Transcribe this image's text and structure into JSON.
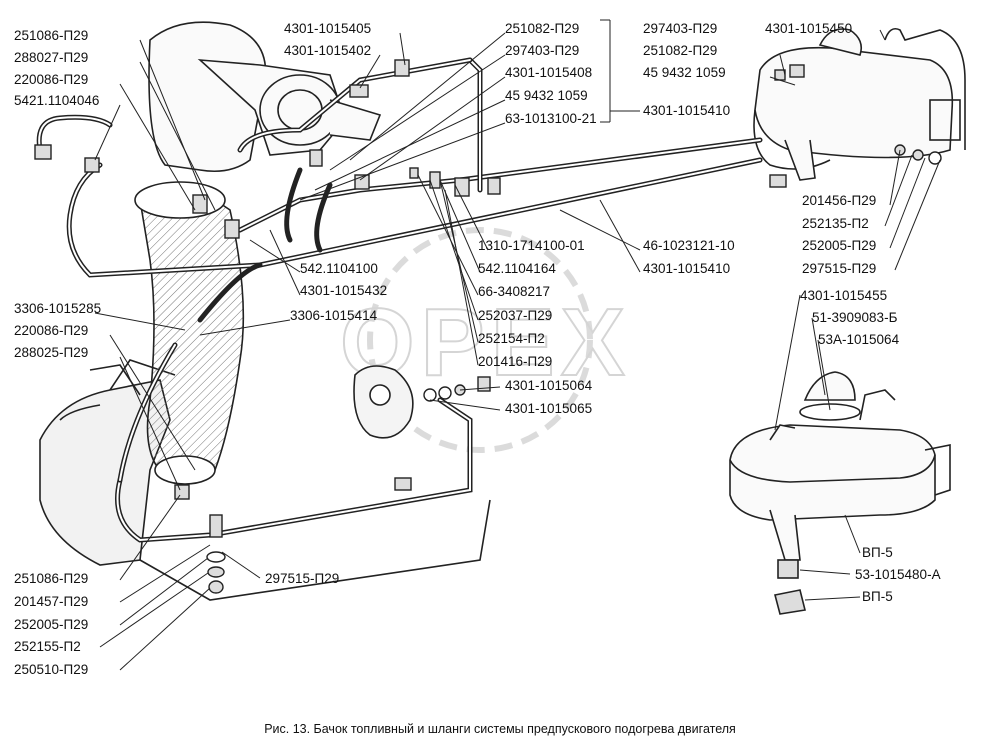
{
  "caption": "Рис. 13. Бачок топливный и шланги системы предпускового подогрева двигателя",
  "watermark": "OPEX",
  "labels": {
    "l01": "251086-П29",
    "l02": "288027-П29",
    "l03": "220086-П29",
    "l04": "5421.1104046",
    "l05": "4301-1015405",
    "l06": "4301-1015402",
    "l07": "251082-П29",
    "l08": "297403-П29",
    "l09": "4301-1015408",
    "l10": "45 9432 1059",
    "l11": "63-1013100-21",
    "l12": "4301-1015410",
    "l13": "297403-П29",
    "l14": "251082-П29",
    "l15": "45 9432 1059",
    "l16": "4301-1015450",
    "l17": "201456-П29",
    "l18": "252135-П2",
    "l19": "252005-П29",
    "l20": "297515-П29",
    "l21": "1310-1714100-01",
    "l22": "46-1023121-10",
    "l23": "542.1104164",
    "l24": "4301-1015410",
    "l25": "542.1104100",
    "l26": "4301-1015432",
    "l27": "66-3408217",
    "l28": "3306-1015285",
    "l29": "3306-1015414",
    "l30": "252037-П29",
    "l31": "220086-П29",
    "l32": "252154-П2",
    "l33": "288025-П29",
    "l34": "201416-П29",
    "l35": "4301-1015064",
    "l36": "4301-1015065",
    "l37": "4301-1015455",
    "l38": "51-3909083-Б",
    "l39": "53А-1015064",
    "l40": "ВП-5",
    "l41": "53-1015480-А",
    "l42": "ВП-5",
    "l43": "251086-П29",
    "l44": "297515-П29",
    "l45": "201457-П29",
    "l46": "252005-П29",
    "l47": "252155-П2",
    "l48": "250510-П29"
  }
}
